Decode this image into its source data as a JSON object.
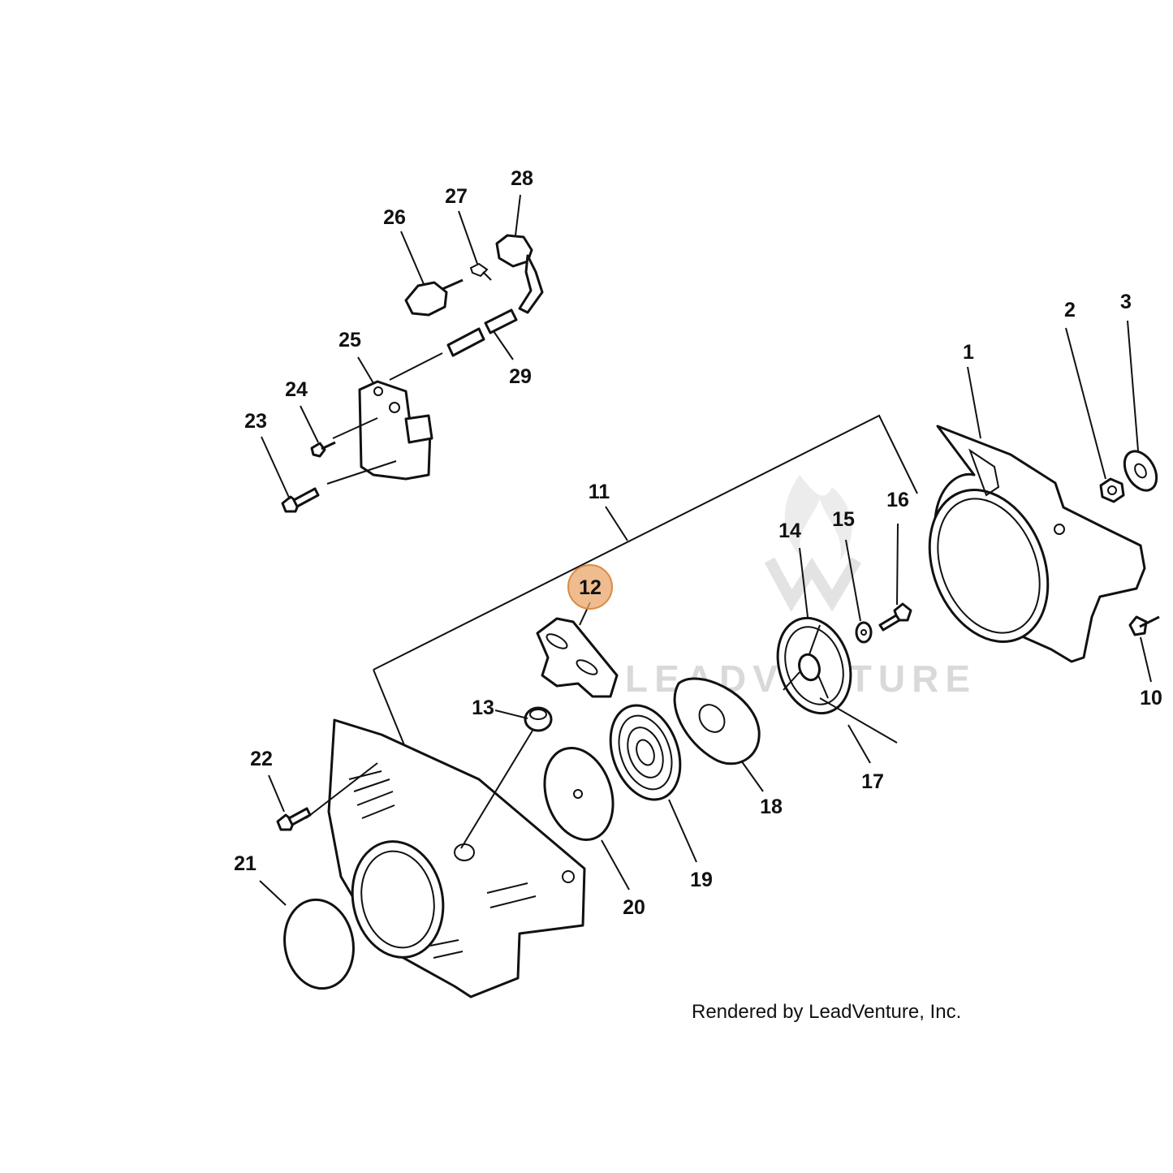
{
  "callouts": {
    "c1": "1",
    "c2": "2",
    "c3": "3",
    "c10": "10",
    "c11": "11",
    "c12": "12",
    "c13": "13",
    "c14": "14",
    "c15": "15",
    "c16": "16",
    "c17": "17",
    "c18": "18",
    "c19": "19",
    "c20": "20",
    "c21": "21",
    "c22": "22",
    "c23": "23",
    "c24": "24",
    "c25": "25",
    "c26": "26",
    "c27": "27",
    "c28": "28",
    "c29": "29"
  },
  "highlight": {
    "callout": "12",
    "color": "#e8a56a"
  },
  "credit": "Rendered by LeadVenture, Inc.",
  "watermark": "LEADVENTURE",
  "colors": {
    "ink": "#111111",
    "watermark": "#d9d9d9",
    "highlight": "#e8a56a"
  }
}
